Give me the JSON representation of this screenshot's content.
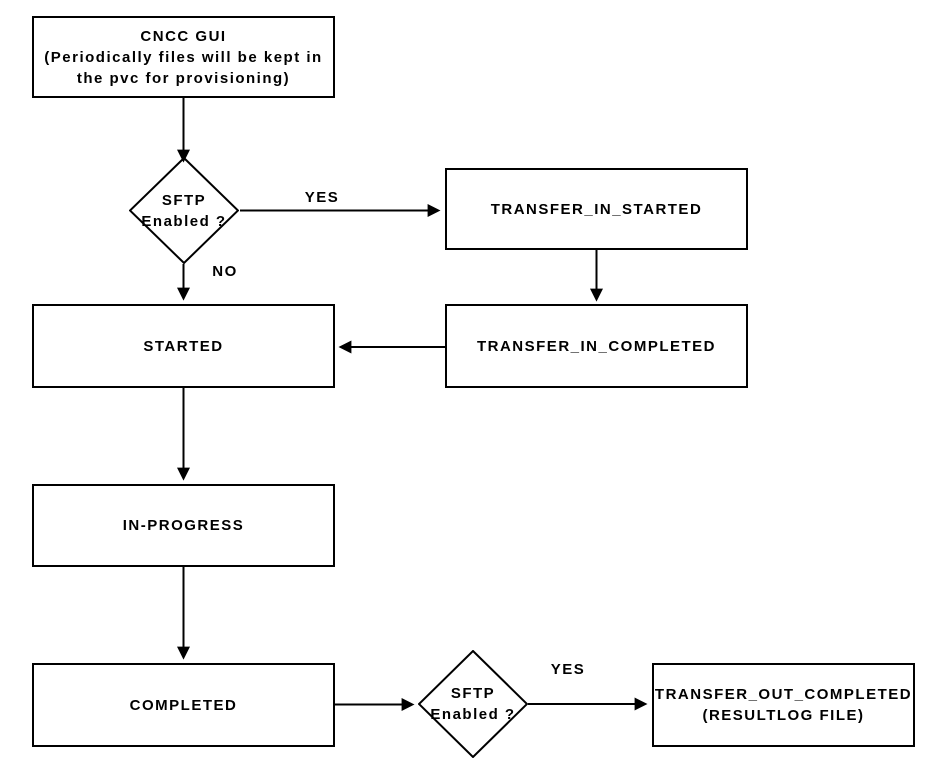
{
  "diagram": {
    "type": "flowchart",
    "colors": {
      "stroke": "#000000",
      "fill": "#ffffff",
      "text": "#000000"
    },
    "nodes": {
      "cncc_gui": {
        "shape": "rect",
        "lines": [
          "CNCC GUI",
          "(Periodically files will be kept in",
          "the pvc for provisioning)"
        ]
      },
      "sftp_decision_top": {
        "shape": "diamond",
        "lines": [
          "SFTP",
          "Enabled ?"
        ]
      },
      "transfer_in_started": {
        "shape": "rect",
        "label": "TRANSFER_IN_STARTED"
      },
      "transfer_in_completed": {
        "shape": "rect",
        "label": "TRANSFER_IN_COMPLETED"
      },
      "started": {
        "shape": "rect",
        "label": "STARTED"
      },
      "in_progress": {
        "shape": "rect",
        "label": "IN-PROGRESS"
      },
      "completed": {
        "shape": "rect",
        "label": "COMPLETED"
      },
      "sftp_decision_bottom": {
        "shape": "diamond",
        "lines": [
          "SFTP",
          "Enabled ?"
        ]
      },
      "transfer_out_completed": {
        "shape": "rect",
        "lines": [
          "TRANSFER_OUT_COMPLETED",
          "(RESULTLOG FILE)"
        ]
      }
    },
    "edge_labels": {
      "yes_top": "YES",
      "no_top": "NO",
      "yes_bottom": "YES"
    },
    "edges": [
      {
        "from": "cncc_gui",
        "to": "sftp_decision_top",
        "label": ""
      },
      {
        "from": "sftp_decision_top",
        "to": "transfer_in_started",
        "label": "YES"
      },
      {
        "from": "sftp_decision_top",
        "to": "started",
        "label": "NO"
      },
      {
        "from": "transfer_in_started",
        "to": "transfer_in_completed",
        "label": ""
      },
      {
        "from": "transfer_in_completed",
        "to": "started",
        "label": ""
      },
      {
        "from": "started",
        "to": "in_progress",
        "label": ""
      },
      {
        "from": "in_progress",
        "to": "completed",
        "label": ""
      },
      {
        "from": "completed",
        "to": "sftp_decision_bottom",
        "label": ""
      },
      {
        "from": "sftp_decision_bottom",
        "to": "transfer_out_completed",
        "label": "YES"
      }
    ]
  }
}
